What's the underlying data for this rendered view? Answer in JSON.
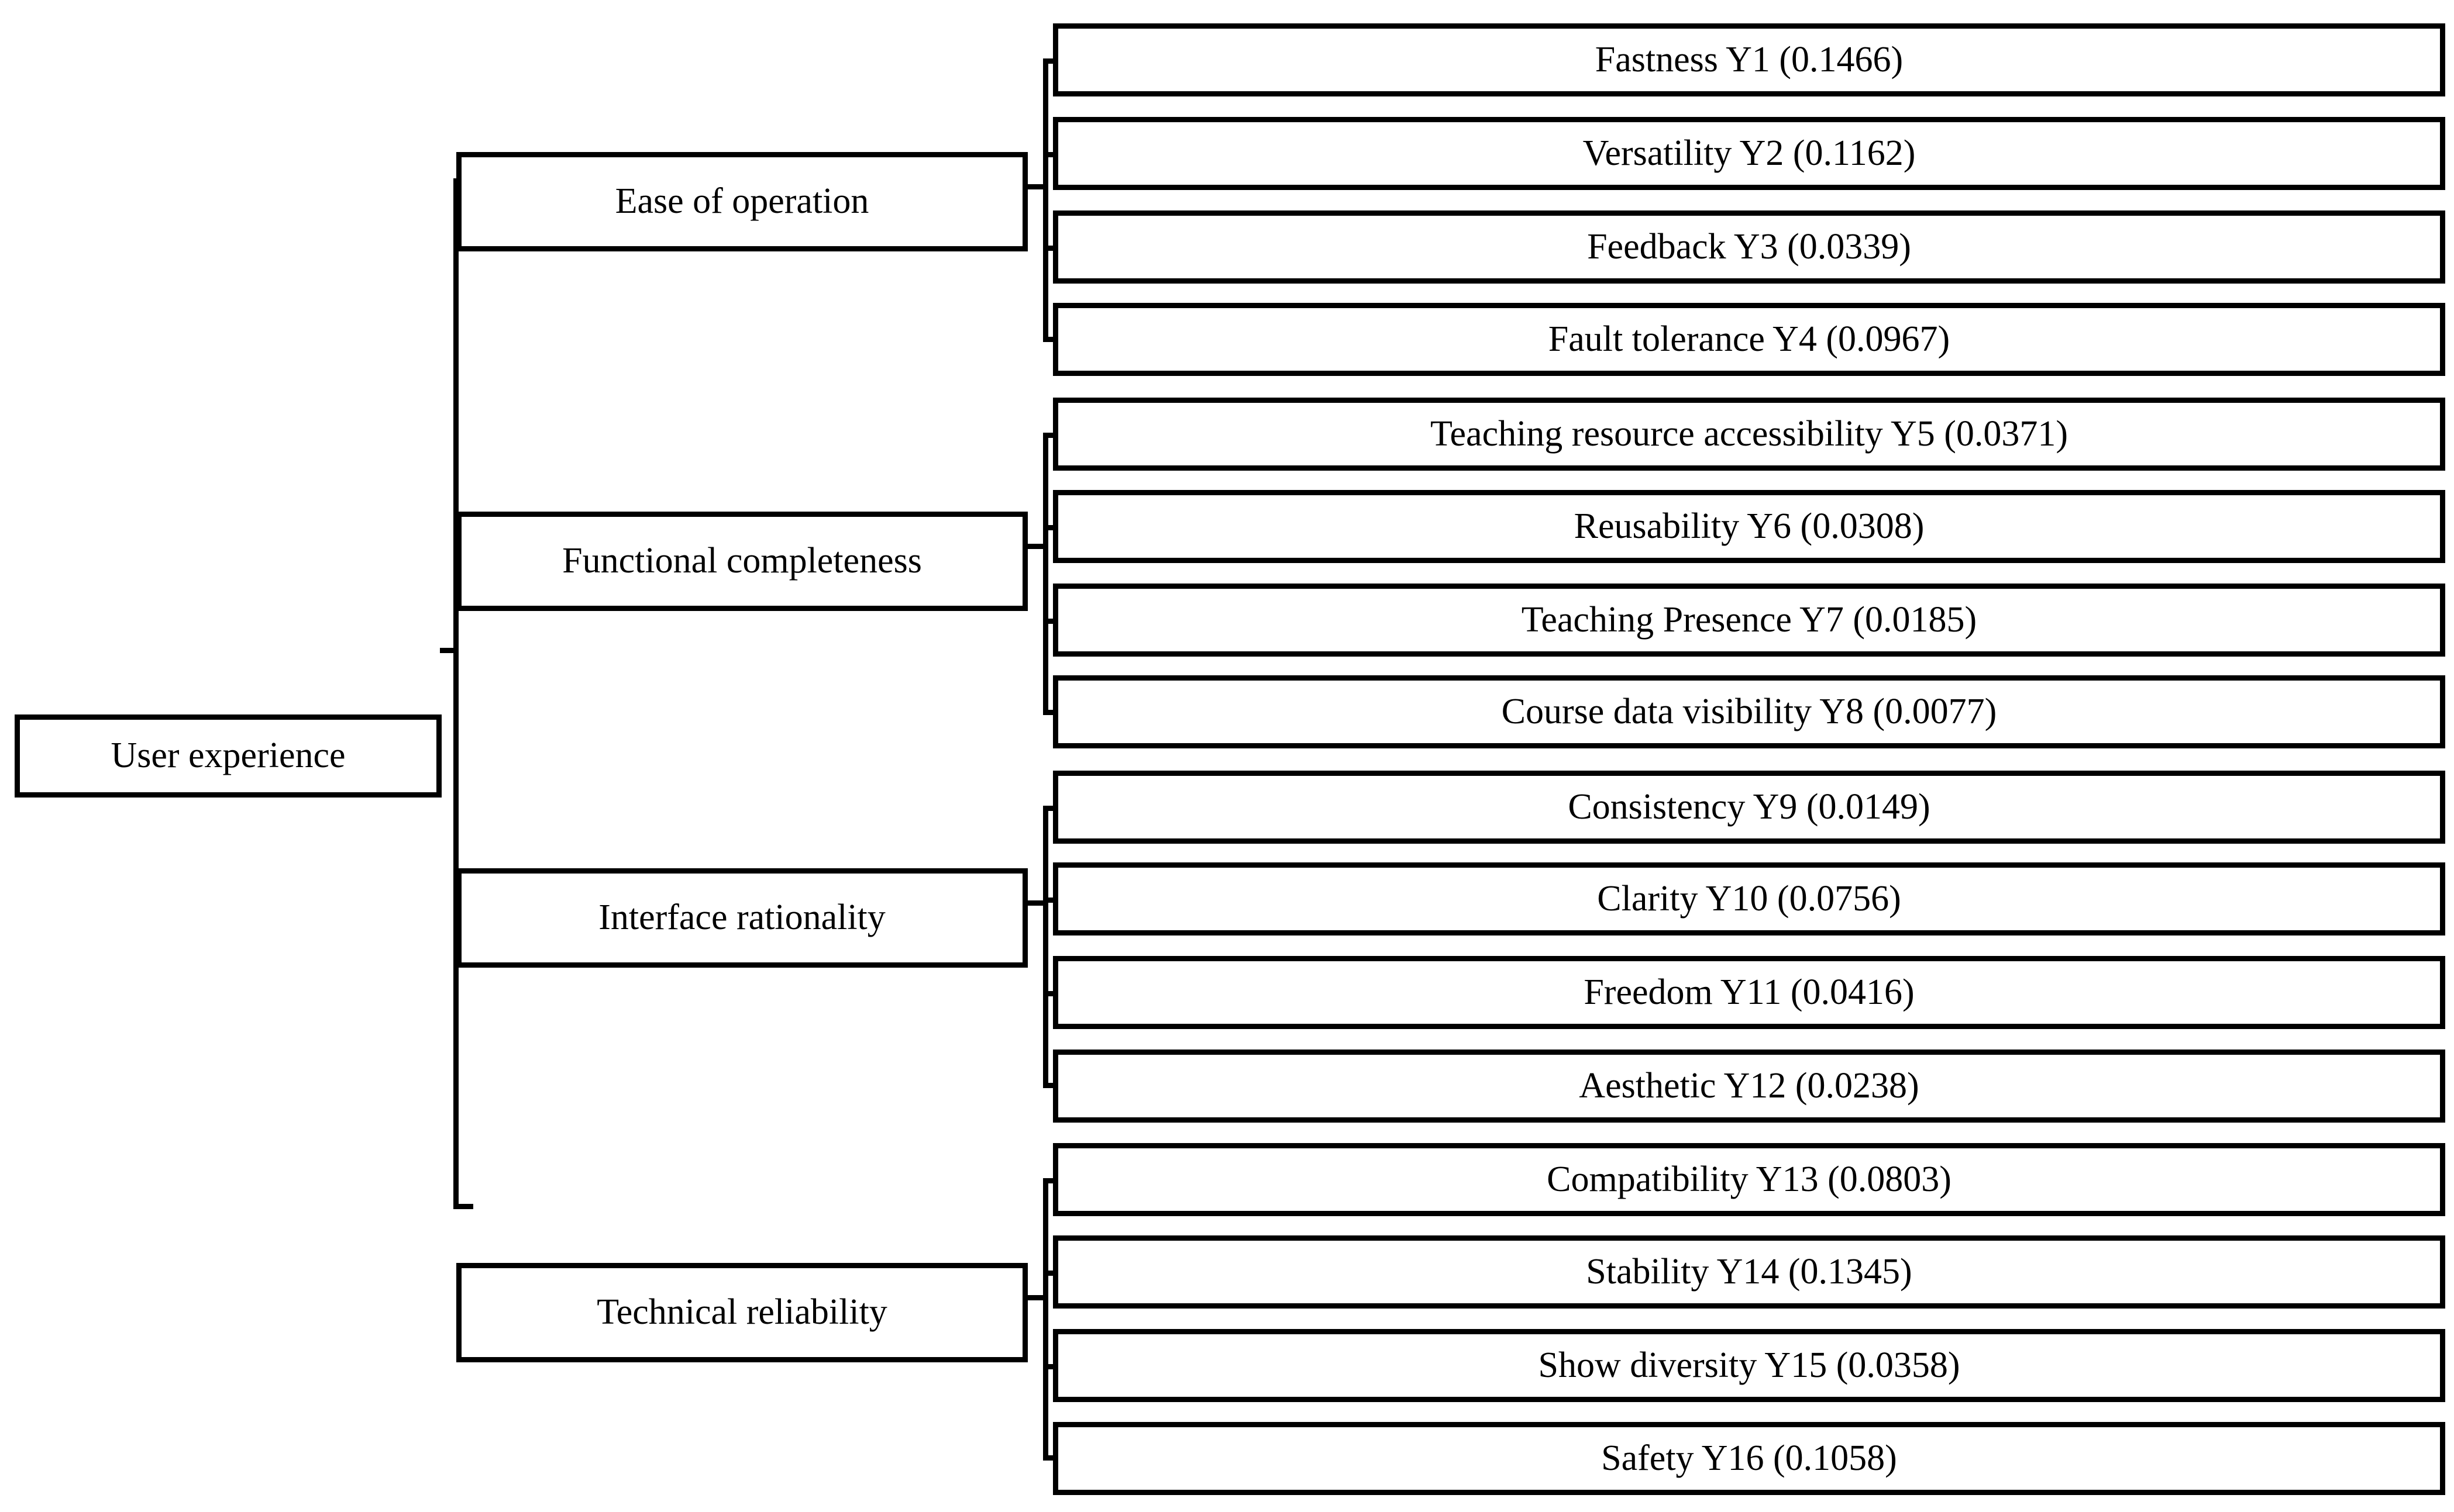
{
  "diagram": {
    "type": "hierarchy-tree",
    "title_text": "",
    "orientation": "left-to-right",
    "colors": {
      "line": "#000000",
      "box_fill": "#ffffff",
      "text": "#000000"
    },
    "root": {
      "label": "User experience"
    },
    "categories": [
      {
        "label": "Ease of operation",
        "criteria": [
          {
            "label": "Fastness Y1  (0.1466)",
            "name": "Fastness",
            "code": "Y1",
            "weight": 0.1466
          },
          {
            "label": "Versatility Y2 (0.1162)",
            "name": "Versatility",
            "code": "Y2",
            "weight": 0.1162
          },
          {
            "label": "Feedback Y3 (0.0339)",
            "name": "Feedback",
            "code": "Y3",
            "weight": 0.0339
          },
          {
            "label": "Fault tolerance Y4 (0.0967)",
            "name": "Fault tolerance",
            "code": "Y4",
            "weight": 0.0967
          }
        ]
      },
      {
        "label": "Functional completeness",
        "criteria": [
          {
            "label": "Teaching resource accessibility Y5 (0.0371)",
            "name": "Teaching resource accessibility",
            "code": "Y5",
            "weight": 0.0371
          },
          {
            "label": "Reusability Y6 (0.0308)",
            "name": "Reusability",
            "code": "Y6",
            "weight": 0.0308
          },
          {
            "label": "Teaching Presence Y7 (0.0185)",
            "name": "Teaching Presence",
            "code": "Y7",
            "weight": 0.0185
          },
          {
            "label": "Course data visibility Y8 (0.0077)",
            "name": "Course data visibility",
            "code": "Y8",
            "weight": 0.0077
          }
        ]
      },
      {
        "label": "Interface rationality",
        "criteria": [
          {
            "label": "Consistency Y9 (0.0149)",
            "name": "Consistency",
            "code": "Y9",
            "weight": 0.0149
          },
          {
            "label": "Clarity Y10 (0.0756)",
            "name": "Clarity",
            "code": "Y10",
            "weight": 0.0756
          },
          {
            "label": "Freedom Y11 (0.0416)",
            "name": "Freedom",
            "code": "Y11",
            "weight": 0.0416
          },
          {
            "label": "Aesthetic Y12 (0.0238)",
            "name": "Aesthetic",
            "code": "Y12",
            "weight": 0.0238
          }
        ]
      },
      {
        "label": "Technical reliability",
        "criteria": [
          {
            "label": "Compatibility Y13 (0.0803)",
            "name": "Compatibility",
            "code": "Y13",
            "weight": 0.0803
          },
          {
            "label": "Stability Y14 (0.1345)",
            "name": "Stability",
            "code": "Y14",
            "weight": 0.1345
          },
          {
            "label": "Show diversity Y15 (0.0358)",
            "name": "Show diversity",
            "code": "Y15",
            "weight": 0.0358
          },
          {
            "label": "Safety Y16 (0.1058)",
            "name": "Safety",
            "code": "Y16",
            "weight": 0.1058
          }
        ]
      }
    ]
  }
}
